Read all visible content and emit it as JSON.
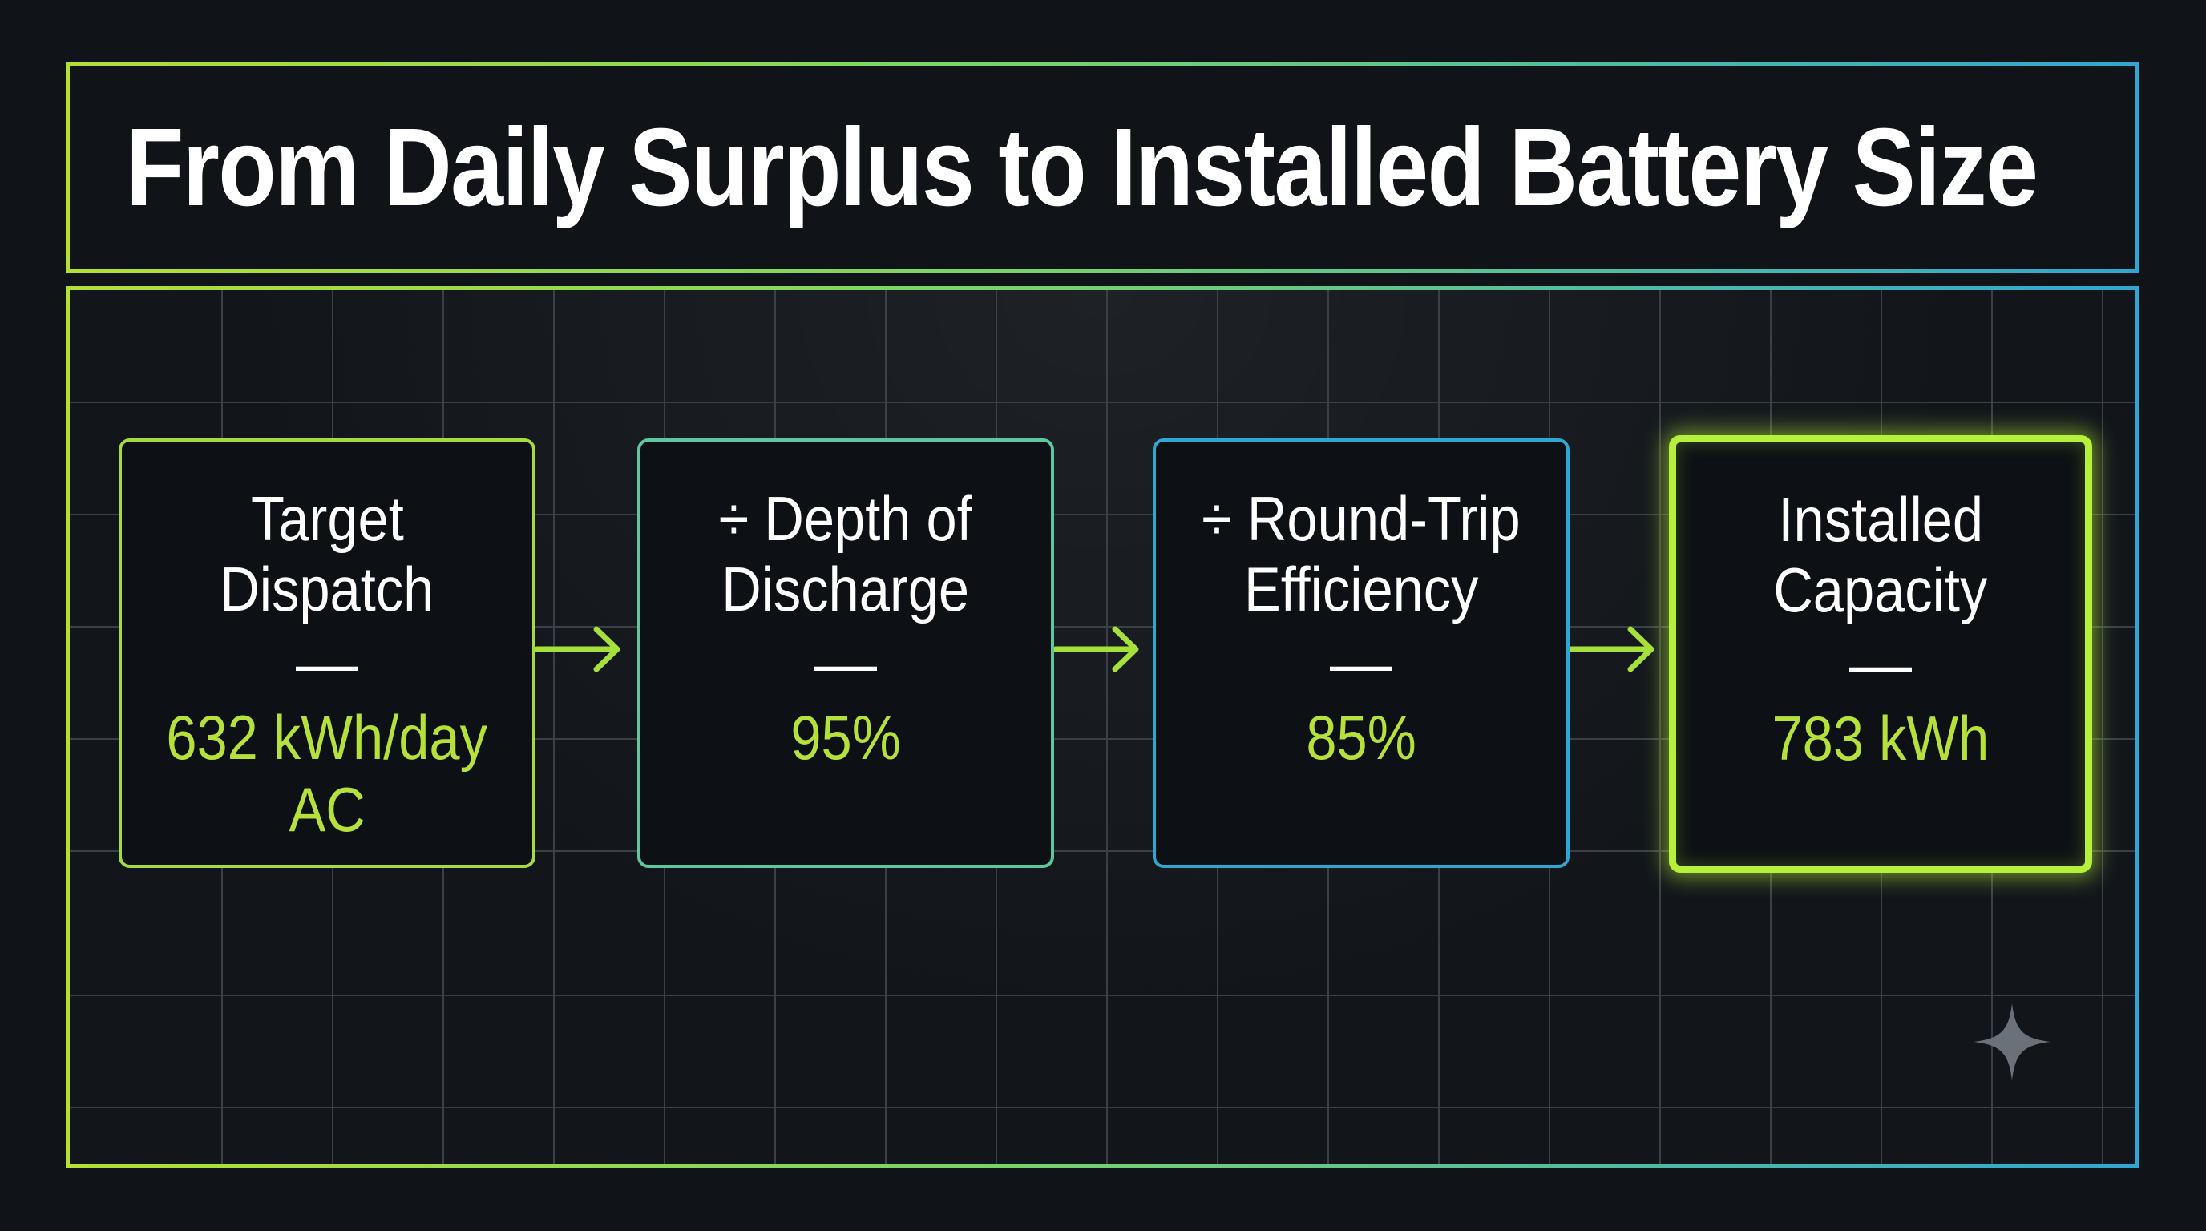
{
  "title": "From Daily Surplus to Installed Battery Size",
  "steps": [
    {
      "label_line1": "Target",
      "label_line2": "Dispatch",
      "dash": "—",
      "value_line1": "632 kWh/day",
      "value_line2": "AC"
    },
    {
      "label_line1": "÷ Depth of",
      "label_line2": "Discharge",
      "dash": "—",
      "value_line1": "95%",
      "value_line2": ""
    },
    {
      "label_line1": "÷ Round-Trip",
      "label_line2": "Efficiency",
      "dash": "—",
      "value_line1": "85%",
      "value_line2": ""
    },
    {
      "label_line1": "Installed",
      "label_line2": "Capacity",
      "dash": "—",
      "value_line1": "783 kWh",
      "value_line2": ""
    }
  ],
  "colors": {
    "background": "#101419",
    "accent_lime": "#b6e13b",
    "accent_teal": "#5fc79d",
    "accent_blue": "#2ea8d2",
    "text": "#ffffff"
  },
  "icons": {
    "arrow": "arrow-right-icon",
    "sparkle": "sparkle-icon"
  }
}
